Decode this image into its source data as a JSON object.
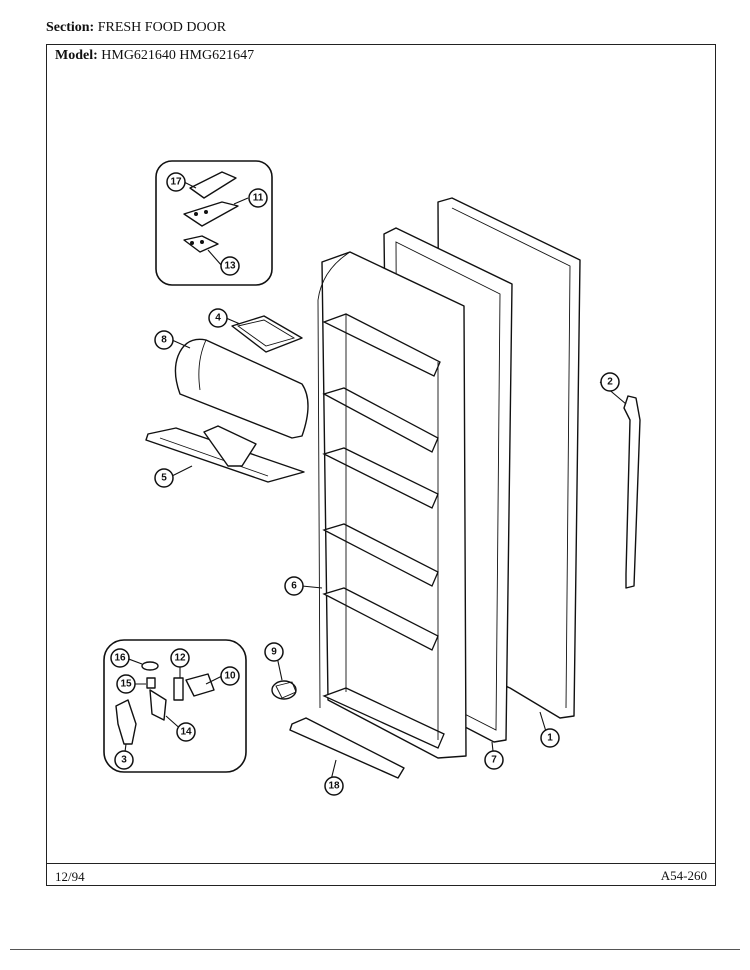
{
  "header": {
    "section_label": "Section:",
    "section_value": "FRESH FOOD DOOR",
    "model_label": "Model:",
    "model_value": "HMG621640  HMG621647"
  },
  "footer": {
    "date_code": "12/94",
    "page_code": "A54-260"
  },
  "callouts": [
    "1",
    "2",
    "3",
    "4",
    "5",
    "6",
    "7",
    "8",
    "9",
    "10",
    "11",
    "12",
    "13",
    "14",
    "15",
    "16",
    "17",
    "18"
  ]
}
